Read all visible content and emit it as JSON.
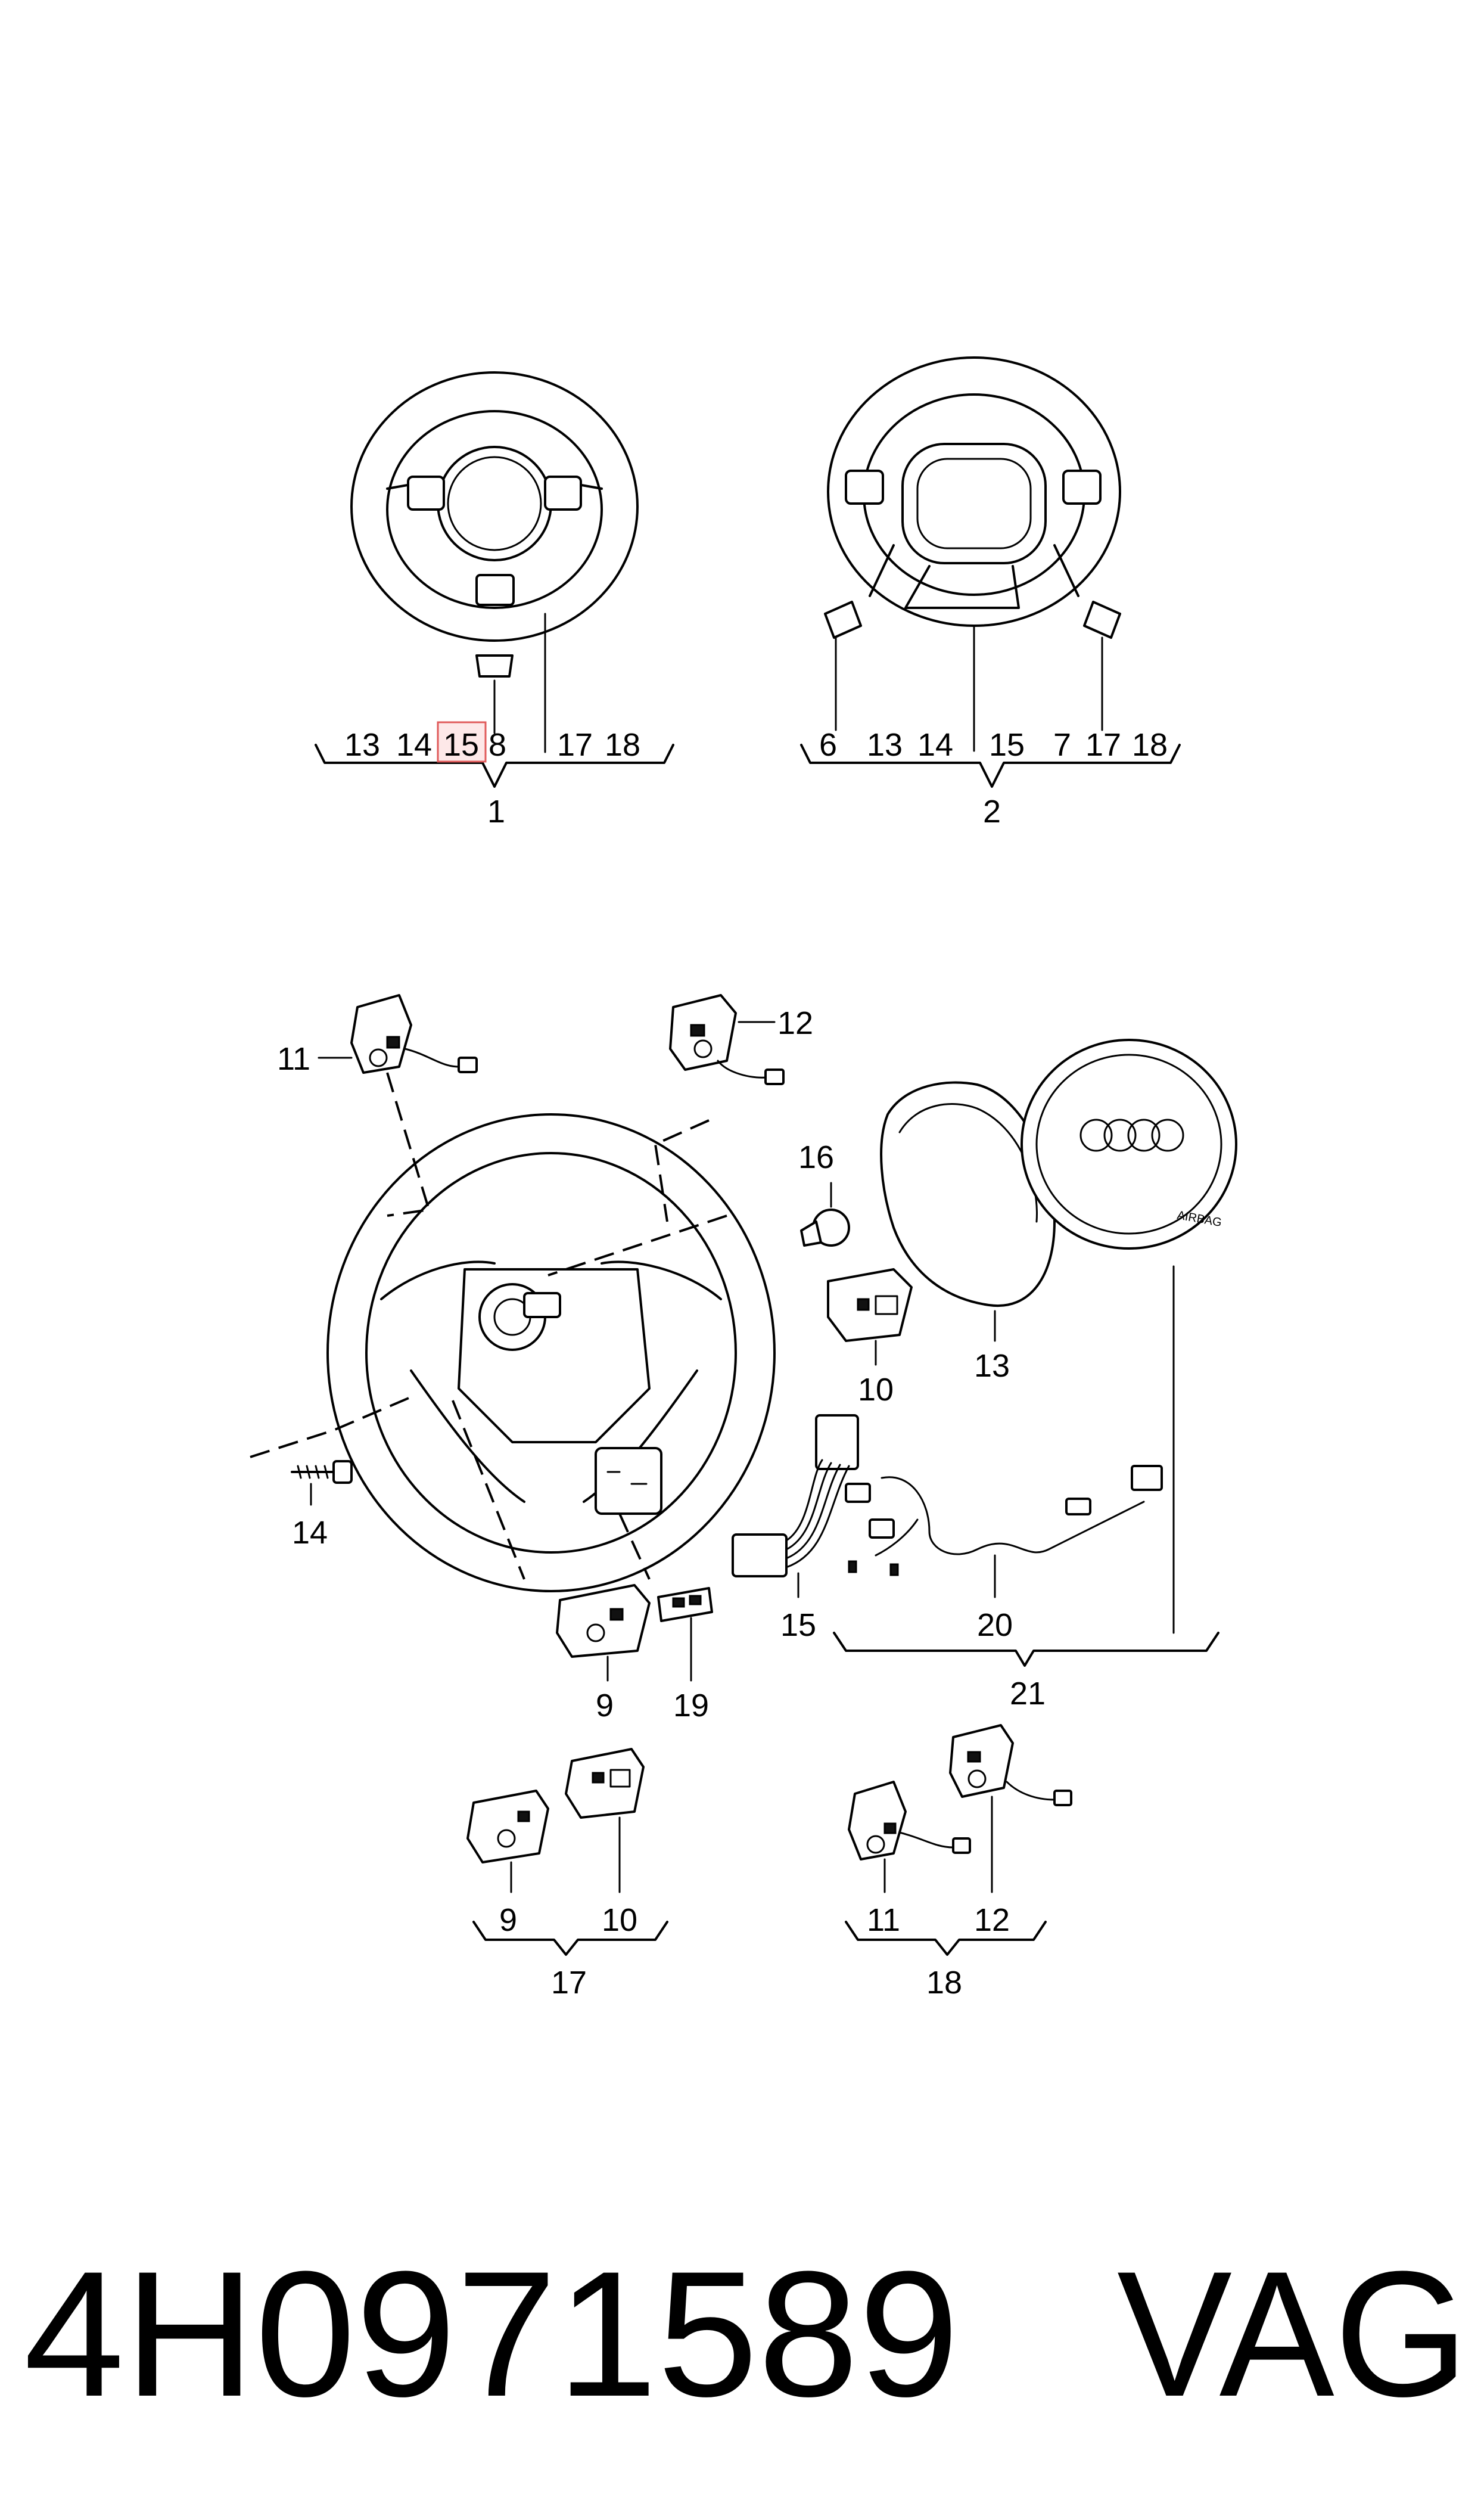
{
  "assembly_1": {
    "parts": [
      "13",
      "14",
      "15",
      "8",
      "17",
      "18"
    ],
    "highlighted": "15",
    "id": "1"
  },
  "assembly_2": {
    "parts": [
      "6",
      "13",
      "14",
      "15",
      "7",
      "17",
      "18"
    ],
    "id": "2"
  },
  "exploded": {
    "callouts": [
      "11",
      "12",
      "16",
      "10",
      "13",
      "14",
      "15",
      "20",
      "21",
      "9",
      "19"
    ]
  },
  "group_17": {
    "parts": [
      "9",
      "10"
    ],
    "id": "17"
  },
  "group_18": {
    "parts": [
      "11",
      "12"
    ],
    "id": "18"
  },
  "airbag_logo_text": "AIRBAG",
  "footer": {
    "part_number": "4H0971589",
    "brand": "VAG"
  }
}
